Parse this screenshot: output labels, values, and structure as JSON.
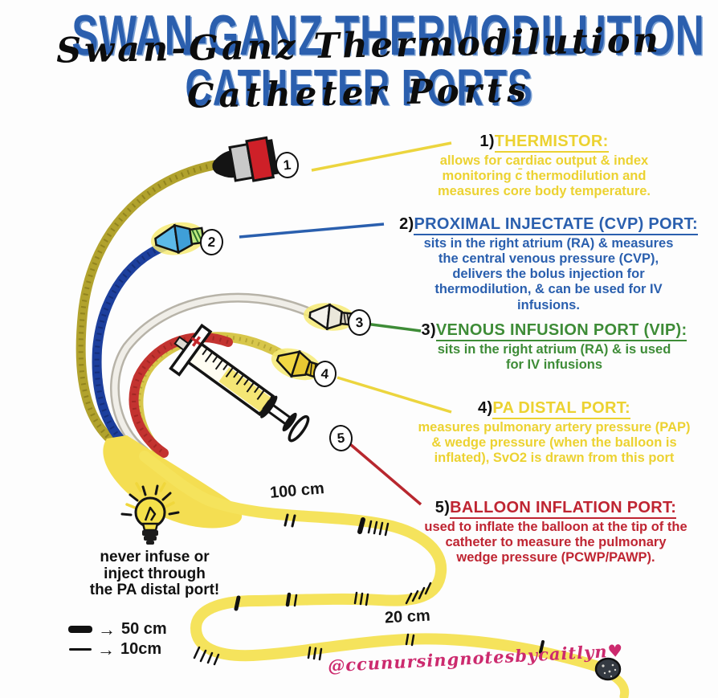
{
  "title": {
    "print1": "SWAN-GANZ THERMODILUTION",
    "print2": "CATHETER PORTS",
    "script1": "Swan-Ganz Thermodilution",
    "script2": "Catheter Ports"
  },
  "ports": [
    {
      "num": "1)",
      "title": "THERMISTOR:",
      "body": "allows for cardiac output & index monitoring c̄ thermodilution and measures core body temperature.",
      "color": "#ecd231"
    },
    {
      "num": "2)",
      "title": "PROXIMAL INJECTATE (CVP) PORT:",
      "body": "sits in the right atrium (RA) & measures the central venous pressure (CVP), delivers the bolus injection for thermodilution, & can be used for IV infusions.",
      "color": "#2a5fae"
    },
    {
      "num": "3)",
      "title": "VENOUS INFUSION PORT (VIP):",
      "body": "sits in the right atrium (RA) & is used for IV infusions",
      "color": "#3e8c37"
    },
    {
      "num": "4)",
      "title": "PA DISTAL PORT:",
      "body": "measures pulmonary artery pressure (PAP) & wedge pressure (when the balloon is inflated), SvO2 is drawn from this port",
      "color": "#ecd231"
    },
    {
      "num": "5)",
      "title": "BALLOON INFLATION PORT:",
      "body": "used to inflate the balloon at the tip of the catheter to measure the pulmonary wedge pressure (PCWP/PAWP).",
      "color": "#bf2532"
    }
  ],
  "diagram": {
    "markers": [
      "1",
      "2",
      "3",
      "4",
      "5"
    ],
    "label_100cm": "100 cm",
    "label_20cm": "20 cm"
  },
  "note": "never infuse or\ninject through\nthe PA distal port!",
  "legend": {
    "items": [
      {
        "mark": "thick",
        "arrow": "→",
        "label": "50 cm"
      },
      {
        "mark": "thin",
        "arrow": "→",
        "label": "10cm"
      }
    ]
  },
  "watermark": "@ccunursingnotesbycaitlyn♥"
}
